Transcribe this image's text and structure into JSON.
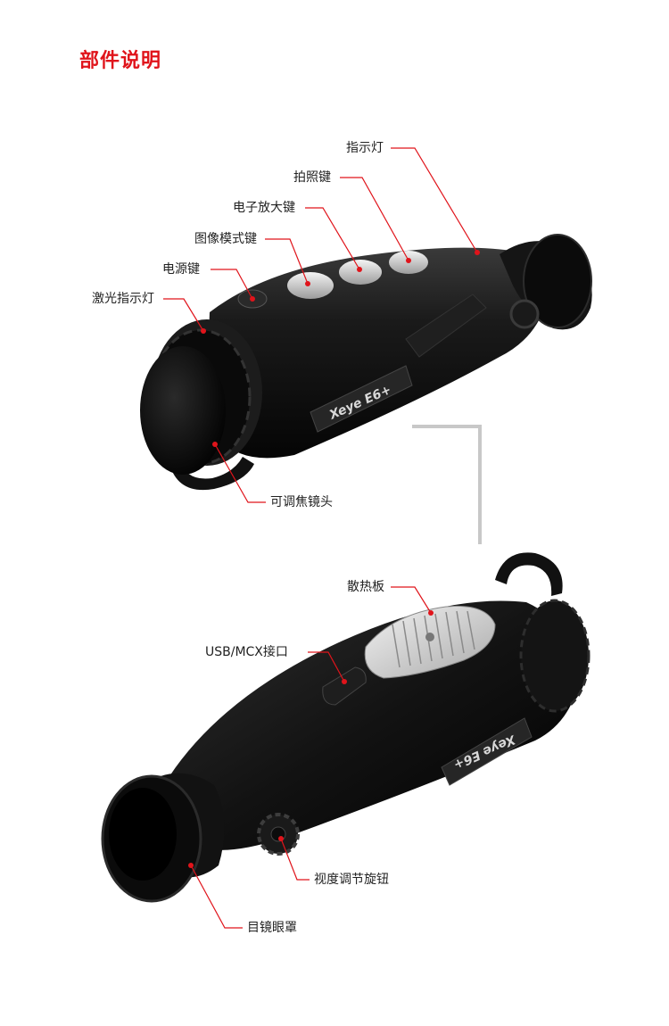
{
  "page": {
    "title": "部件说明"
  },
  "top_device": {
    "brand_text": "Xeye E6+",
    "callouts": {
      "indicator_light": "指示灯",
      "photo_key": "拍照键",
      "zoom_key": "电子放大键",
      "image_mode_key": "图像模式键",
      "power_key": "电源键",
      "laser_indicator": "激光指示灯",
      "focus_lens": "可调焦镜头"
    }
  },
  "bottom_device": {
    "brand_text": "Xeye E6+",
    "callouts": {
      "heat_sink": "散热板",
      "usb_port": "USB/MCX接口",
      "diopter_knob": "视度调节旋钮",
      "eyecup": "目镜眼罩"
    }
  },
  "colors": {
    "accent": "#e0141b",
    "leader_line": "#e0141b",
    "divider": "#c8c8c8",
    "device_body": "#111111"
  }
}
